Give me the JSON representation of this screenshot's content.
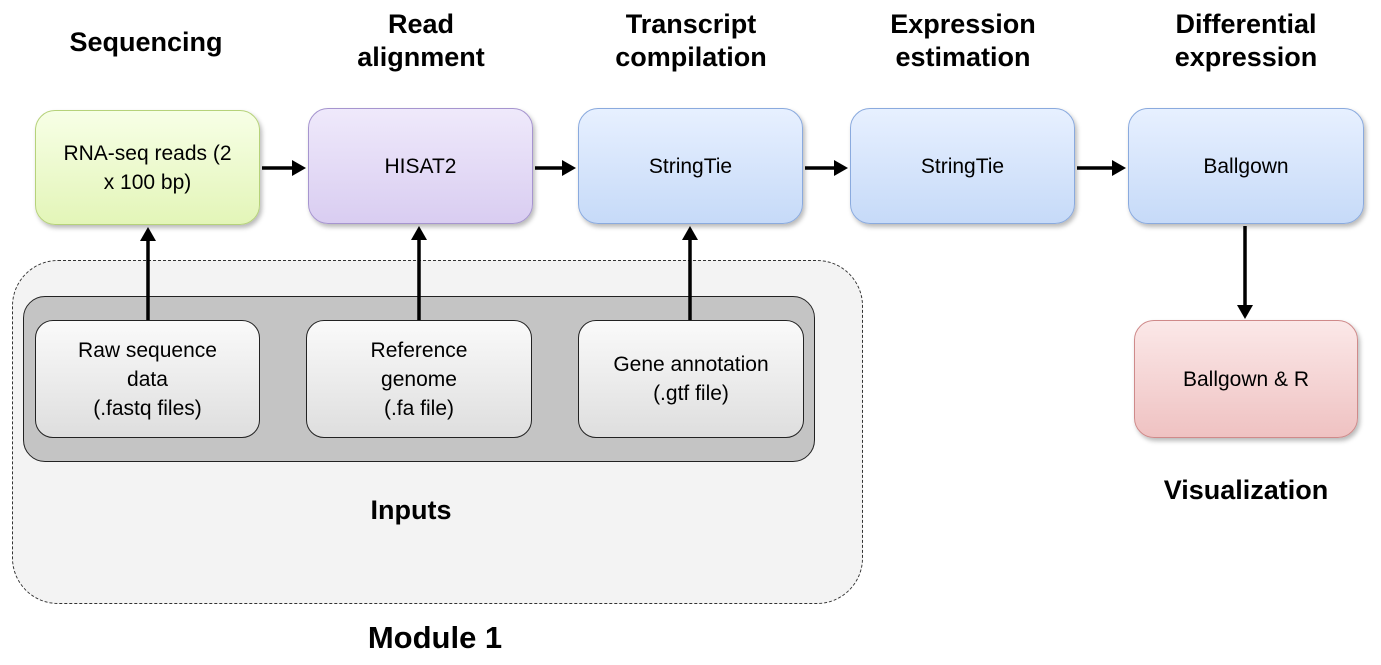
{
  "stages": [
    {
      "id": "sequencing",
      "label": "Sequencing"
    },
    {
      "id": "read-alignment",
      "label": "Read\nalignment"
    },
    {
      "id": "transcript-compilation",
      "label": "Transcript\ncompilation"
    },
    {
      "id": "expression-estimation",
      "label": "Expression\nestimation"
    },
    {
      "id": "differential-expression",
      "label": "Differential\nexpression"
    }
  ],
  "pipeline": [
    {
      "id": "rnaseq-reads",
      "label": "RNA-seq reads (2\nx 100 bp)"
    },
    {
      "id": "hisat2",
      "label": "HISAT2"
    },
    {
      "id": "stringtie-1",
      "label": "StringTie"
    },
    {
      "id": "stringtie-2",
      "label": "StringTie"
    },
    {
      "id": "ballgown",
      "label": "Ballgown"
    }
  ],
  "inputs": [
    {
      "id": "raw-sequence-data",
      "label": "Raw sequence\ndata\n(.fastq files)"
    },
    {
      "id": "reference-genome",
      "label": "Reference\ngenome\n(.fa file)"
    },
    {
      "id": "gene-annotation",
      "label": "Gene annotation\n(.gtf file)"
    }
  ],
  "visualization_box": {
    "label": "Ballgown & R"
  },
  "inputs_label": "Inputs",
  "visualization_label": "Visualization",
  "module_label": "Module 1",
  "colors": {
    "sequencing_box": "#e3f5b8",
    "alignment_box": "#d9cdf1",
    "stringtie_box": "#c6daf8",
    "visualization_box": "#efc2c2",
    "inputs_panel": "#c4c4c4",
    "module_background": "#f3f3f3"
  }
}
